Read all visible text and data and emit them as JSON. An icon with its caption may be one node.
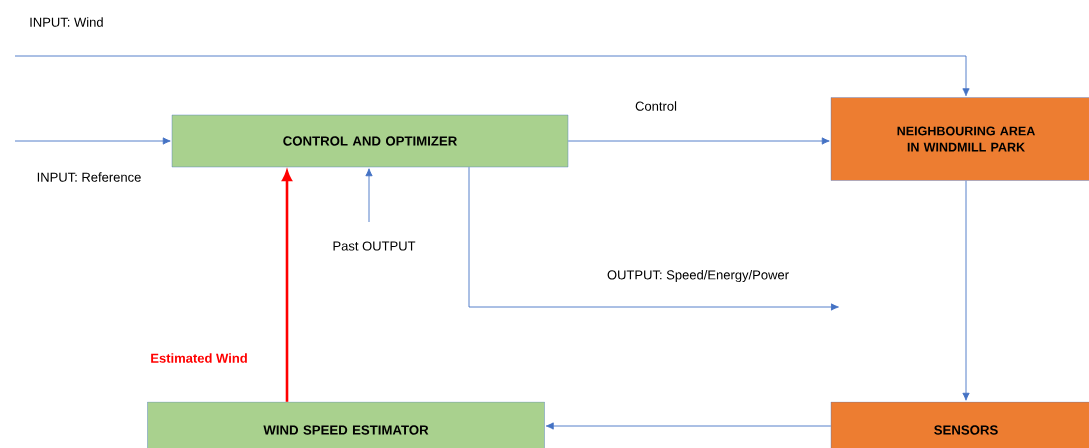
{
  "diagram": {
    "nodes": [
      {
        "text": [
          "CONTROL AND OPTIMIZER"
        ]
      },
      {
        "text": [
          "NEIGHBOURING AREA IN WINDMILL PARK"
        ]
      },
      {
        "text": [
          "SENSORS"
        ]
      },
      {
        "text": [
          "WIND SPEED ESTIMATOR"
        ]
      }
    ],
    "edges": [
      {
        "from": null,
        "to": 1,
        "arrow": "to",
        "label": "INPUT: Wind"
      },
      {
        "from": null,
        "to": 0,
        "arrow": "to",
        "label": "INPUT: Reference"
      },
      {
        "from": 0,
        "to": 1,
        "arrow": "to",
        "label": "Control"
      },
      {
        "from": 0,
        "to": null,
        "arrow": "to",
        "label": "OUTPUT: Speed/Energy/Power"
      },
      {
        "from": 1,
        "to": 2,
        "arrow": "to"
      },
      {
        "from": 2,
        "to": 3,
        "arrow": "to"
      },
      {
        "from": 3,
        "to": 0,
        "arrow": "to",
        "label": "Estimated Wind",
        "style": "thick",
        "color": "#ff0000"
      },
      {
        "from": null,
        "to": 0,
        "arrow": "to",
        "label": "Past OUTPUT"
      }
    ]
  }
}
